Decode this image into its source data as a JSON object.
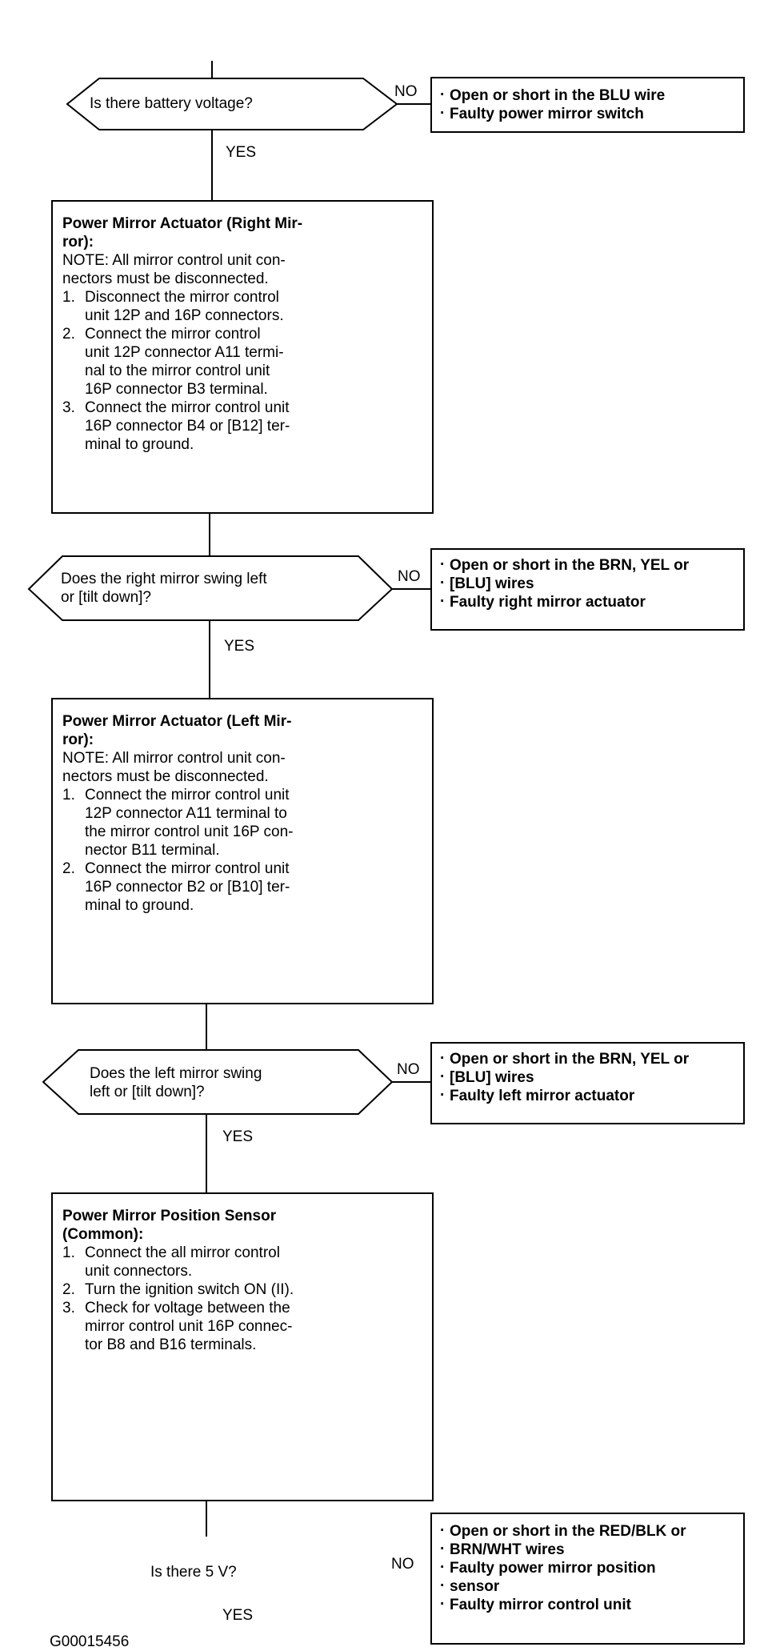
{
  "decisions": [
    {
      "lines": [
        "Is there battery voltage?"
      ],
      "no": "NO",
      "yes": "YES",
      "results": [
        "Open or short in the BLU wire",
        "Faulty power mirror switch"
      ]
    },
    {
      "lines": [
        "Does the right mirror swing left",
        "or [tilt down]?"
      ],
      "no": "NO",
      "yes": "YES",
      "results": [
        "Open or short in the BRN, YEL or",
        "[BLU] wires",
        "Faulty right mirror actuator"
      ]
    },
    {
      "lines": [
        "Does the left mirror swing",
        "left or [tilt down]?"
      ],
      "no": "NO",
      "yes": "YES",
      "results": [
        "Open or short in the BRN, YEL or",
        "[BLU] wires",
        "Faulty left mirror actuator"
      ]
    },
    {
      "lines": [
        "Is there 5 V?"
      ],
      "no": "NO",
      "yes": "YES",
      "results": [
        "Open or short in the RED/BLK or",
        "BRN/WHT wires",
        "Faulty power mirror position",
        "sensor",
        "Faulty mirror control unit"
      ]
    }
  ],
  "procedures": [
    {
      "title": [
        "Power Mirror Actuator (Right Mir-",
        "ror):"
      ],
      "note": [
        "NOTE:  All mirror control unit con-",
        "nectors must be disconnected."
      ],
      "steps": [
        {
          "n": "1.",
          "lines": [
            "Disconnect the mirror control",
            "unit 12P and 16P connectors."
          ]
        },
        {
          "n": "2.",
          "lines": [
            "Connect the mirror control",
            "unit 12P connector A11 termi-",
            "nal to the mirror control unit",
            "16P connector B3 terminal."
          ]
        },
        {
          "n": "3.",
          "lines": [
            "Connect the mirror control unit",
            "16P connector B4 or [B12] ter-",
            "minal to ground."
          ]
        }
      ]
    },
    {
      "title": [
        "Power Mirror Actuator (Left Mir-",
        "ror):"
      ],
      "note": [
        "NOTE:  All mirror control unit con-",
        "nectors must be disconnected."
      ],
      "steps": [
        {
          "n": "1.",
          "lines": [
            "Connect the mirror control unit",
            "12P connector A11 terminal to",
            "the mirror control unit 16P con-",
            "nector B11 terminal."
          ]
        },
        {
          "n": "2.",
          "lines": [
            "Connect the mirror control unit",
            "16P connector B2 or [B10] ter-",
            "minal to ground."
          ]
        }
      ]
    },
    {
      "title": [
        "Power Mirror Position Sensor",
        "(Common):"
      ],
      "note": [],
      "steps": [
        {
          "n": "1.",
          "lines": [
            "Connect the all mirror control",
            "unit connectors."
          ]
        },
        {
          "n": "2.",
          "lines": [
            "Turn the ignition switch ON (II)."
          ]
        },
        {
          "n": "3.",
          "lines": [
            "Check for voltage between the",
            "mirror control unit 16P connec-",
            "tor B8 and B16 terminals."
          ]
        }
      ]
    }
  ],
  "figure_id": "G00015456"
}
